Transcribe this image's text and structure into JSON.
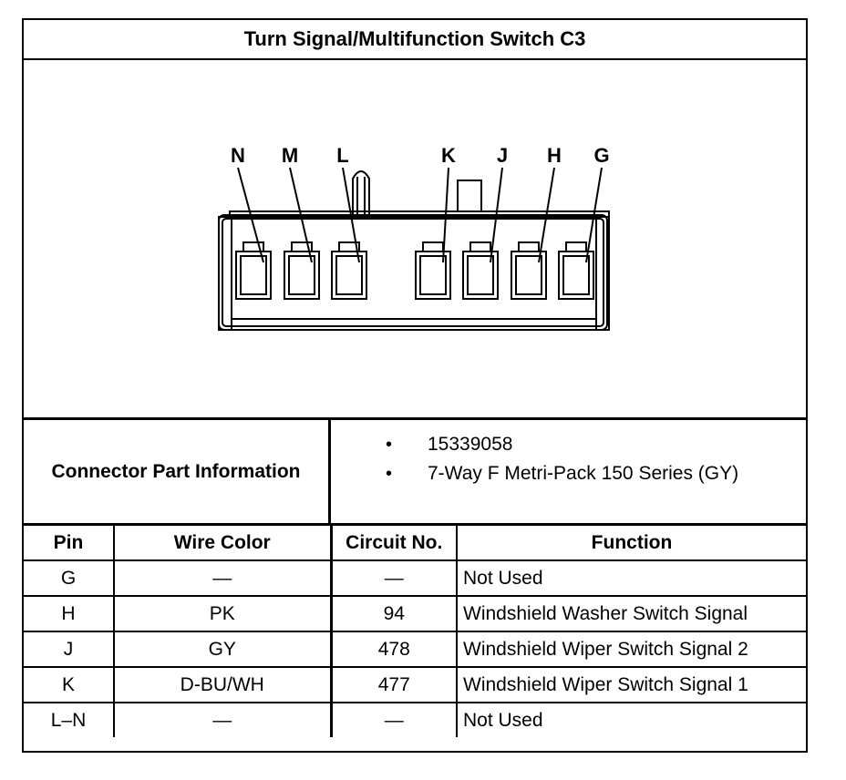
{
  "title": "Turn Signal/Multifunction Switch C3",
  "connector": {
    "pins": [
      "N",
      "M",
      "L",
      "K",
      "J",
      "H",
      "G"
    ]
  },
  "part_info": {
    "label": "Connector Part Information",
    "items": [
      "15339058",
      "7-Way F Metri-Pack 150 Series (GY)"
    ],
    "bullet": "•"
  },
  "table": {
    "headers": {
      "pin": "Pin",
      "wire_color": "Wire Color",
      "circuit": "Circuit No.",
      "function": "Function"
    },
    "rows": [
      {
        "pin": "G",
        "wire_color": "—",
        "circuit": "—",
        "function": "Not Used"
      },
      {
        "pin": "H",
        "wire_color": "PK",
        "circuit": "94",
        "function": "Windshield Washer Switch Signal"
      },
      {
        "pin": "J",
        "wire_color": "GY",
        "circuit": "478",
        "function": "Windshield Wiper Switch Signal 2"
      },
      {
        "pin": "K",
        "wire_color": "D-BU/WH",
        "circuit": "477",
        "function": "Windshield Wiper Switch Signal 1"
      },
      {
        "pin": "L–N",
        "wire_color": "—",
        "circuit": "—",
        "function": "Not Used"
      }
    ]
  }
}
